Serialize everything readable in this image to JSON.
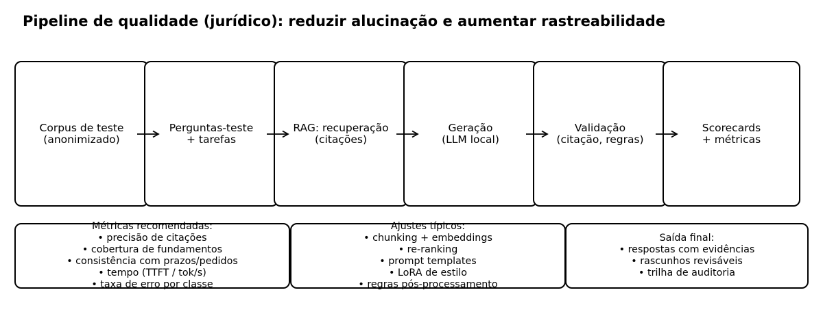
{
  "title": "Pipeline de qualidade (jurídico): reduzir alucinação e aumentar rastreabilidade",
  "stages": [
    {
      "line1": "Corpus de teste",
      "line2": "(anonimizado)"
    },
    {
      "line1": "Perguntas-teste",
      "line2": "+ tarefas"
    },
    {
      "line1": "RAG: recuperação",
      "line2": "(citações)"
    },
    {
      "line1": "Geração",
      "line2": "(LLM local)"
    },
    {
      "line1": "Validação",
      "line2": "(citação, regras)"
    },
    {
      "line1": "Scorecards",
      "line2": "+ métricas"
    }
  ],
  "notes": [
    {
      "lines": [
        "Métricas recomendadas:",
        "• precisão de citações",
        "• cobertura de fundamentos",
        "• consistência com prazos/pedidos",
        "• tempo (TTFT / tok/s)",
        "• taxa de erro por classe"
      ]
    },
    {
      "lines": [
        "Ajustes típicos:",
        "• chunking + embeddings",
        "• re-ranking",
        "• prompt templates",
        "• LoRA de estilo",
        "• regras pós-processamento"
      ]
    },
    {
      "lines": [
        "Saída final:",
        "• respostas com evidências",
        "• rascunhos revisáveis",
        "• trilha de auditoria"
      ]
    }
  ]
}
